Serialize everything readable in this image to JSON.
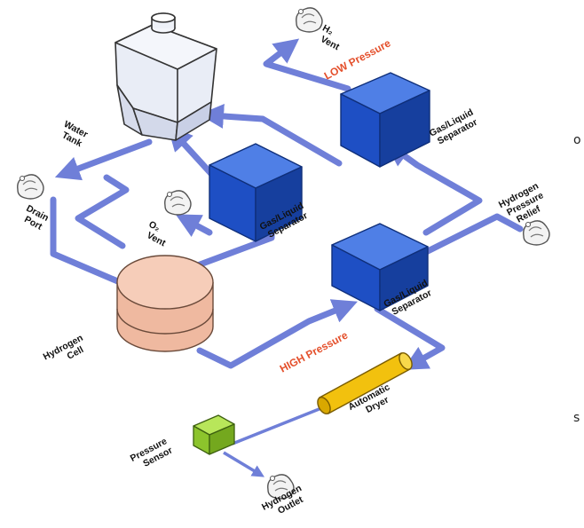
{
  "labels": {
    "water_tank": [
      "Water",
      "Tank"
    ],
    "drain_port": [
      "Drain",
      "Port"
    ],
    "o2_vent": [
      "O₂",
      "Vent"
    ],
    "h2_vent": [
      "H₂",
      "Vent"
    ],
    "low_pressure": "LOW Pressure",
    "sep_low": [
      "Gas/Liquid",
      "Separator"
    ],
    "sep_mid": [
      "Gas/Liquid",
      "Separator"
    ],
    "sep_high": [
      "Gas/Liquid",
      "Separator"
    ],
    "hydrogen_pressure_relief": [
      "Hydrogen",
      "Pressure",
      "Relief"
    ],
    "hydrogen_cell": [
      "Hydrogen",
      "Cell"
    ],
    "high_pressure": "HIGH Pressure",
    "automatic_dryer": [
      "Automatic",
      "Dryer"
    ],
    "pressure_sensor": [
      "Pressure",
      "Sensor"
    ],
    "hydrogen_outlet": [
      "Hydrogen",
      "Outlet"
    ]
  },
  "edge_text": {
    "right_top": "o",
    "left_bottom": "s"
  },
  "colors": {
    "pipe": "#6f7fd8",
    "separator_top": "#4f7fe6",
    "separator_left": "#1e4fc4",
    "separator_right": "#163f9e",
    "tank_fill": "#e8ecf6",
    "cell_fill": "#f2c3ad",
    "dryer_fill": "#f2c10e",
    "sensor_fill": "#9fd43a",
    "pressure_text": "#e4502c"
  },
  "icons": [
    "valve-icon",
    "water-tank-icon",
    "hydrogen-cell-icon",
    "separator-block-icon",
    "dryer-cylinder-icon",
    "pressure-sensor-icon"
  ]
}
